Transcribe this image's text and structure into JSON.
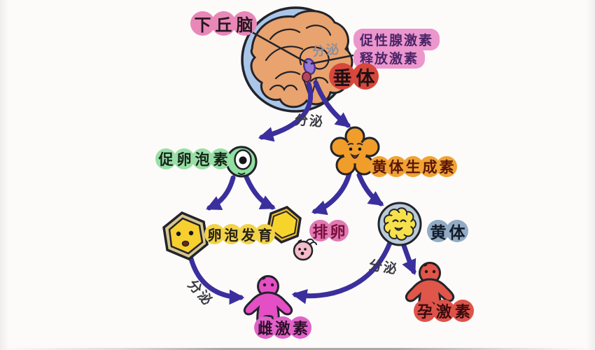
{
  "colors": {
    "arrow": "#3b2f9e",
    "ink": "#23232b",
    "skull": "#a9c6e8",
    "brain": "#e9a36e",
    "pituitaryGland": "#9477d6",
    "hypothalamus": "#e887b8",
    "gnrh": "#ec96ce",
    "pituitary": "#d8473b",
    "fsh": "#98dfa6",
    "fshCell": "#8fe09e",
    "lh": "#f0a334",
    "lhFlower": "#f09d2a",
    "follicleDev": "#f2d348",
    "follicle": "#f7cf2e",
    "ovulation": "#e07ab3",
    "egg": "#f4bcc8",
    "luteumLabel": "#92aac5",
    "luteumRing": "#b9cbd9",
    "luteumBody": "#f6e14b",
    "estrogen": "#e063c9",
    "estrogenFigure": "#e44fc5",
    "progesterone": "#dd5349",
    "progesteroneFigure": "#e05648"
  },
  "labels": {
    "hypothalamus": "下丘脑",
    "secretion_brain": "分泌",
    "gnrh_line1": "促性腺激素",
    "gnrh_line2": "释放激素",
    "pituitary": "垂体",
    "secretion_pituitary": "分泌",
    "fsh": "促卵泡素",
    "lh": "黄体生成素",
    "follicle_development": "卵泡发育",
    "ovulation": "排卵",
    "corpus_luteum": "黄体",
    "secretion_follicle": "分泌",
    "secretion_luteum": "分泌",
    "estrogen": "雌激素",
    "progesterone": "孕激素"
  }
}
